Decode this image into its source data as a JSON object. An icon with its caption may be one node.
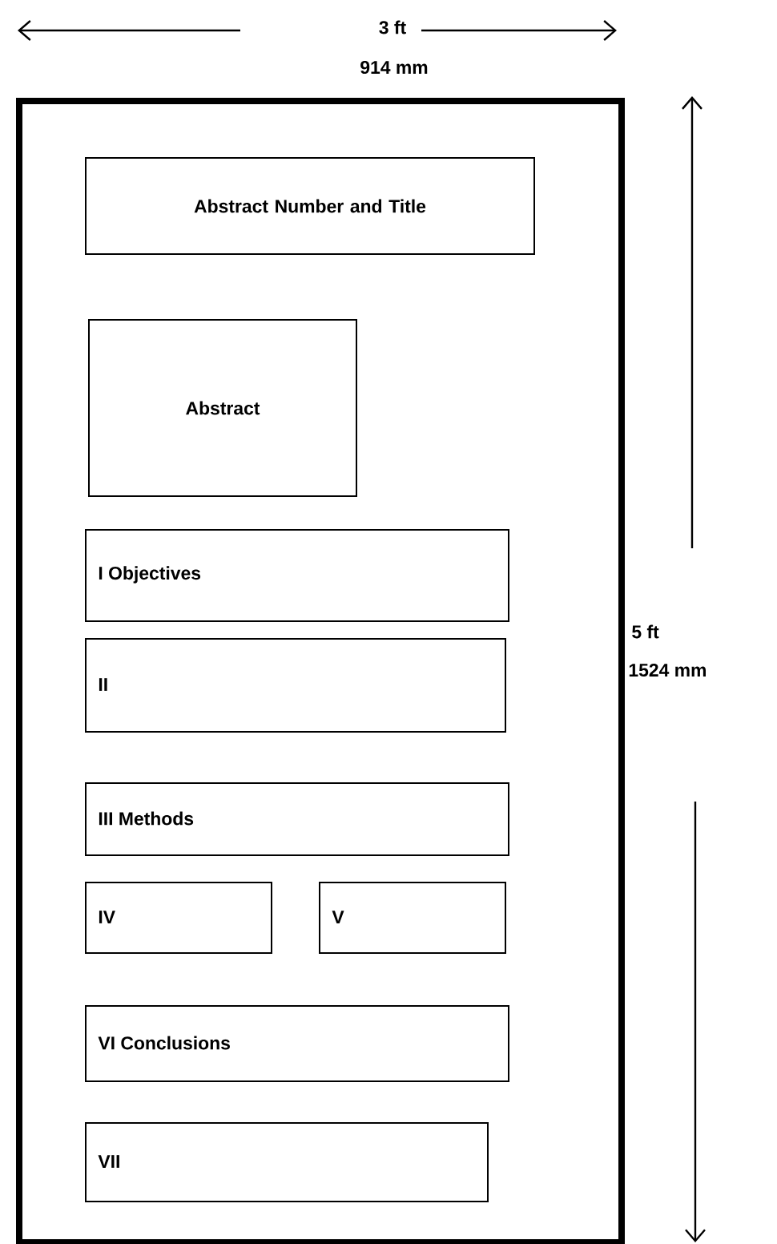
{
  "diagram": {
    "nodes": [
      {
        "text": [],
        "shape": "box"
      },
      {
        "text": [
          "Abstract Number and Title"
        ],
        "in": 0
      },
      {
        "text": [
          "Abstract"
        ],
        "in": 0
      },
      {
        "text": [
          "I Objectives"
        ],
        "in": 0
      },
      {
        "text": [
          "II"
        ],
        "in": 0
      },
      {
        "text": [
          "III Methods"
        ],
        "in": 0
      },
      {
        "text": [
          "IV"
        ],
        "in": 0
      },
      {
        "text": [
          "V"
        ],
        "in": 0
      },
      {
        "text": [
          "VI Conclusions"
        ],
        "in": 0
      },
      {
        "text": [
          "VII"
        ],
        "in": 0
      }
    ],
    "labels": [
      "3 ft",
      "914 mm",
      "5 ft",
      "1524 mm"
    ]
  }
}
